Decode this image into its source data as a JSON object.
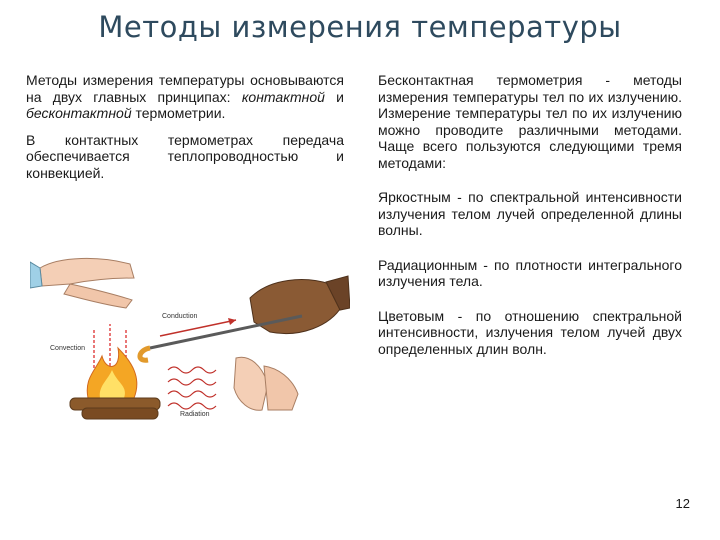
{
  "title": "Методы измерения температуры",
  "left": {
    "para1_part1": "Методы измерения температуры основываются на двух главных принципах:",
    "contact_term": "контактной",
    "and_word": "и",
    "noncontact_term": "бесконтактной",
    "para1_part2": "термометрии.",
    "para2": "В контактных термометрах передача обеспечивается теплопроводностью и конвекцией."
  },
  "figure": {
    "conduction": "Conduction",
    "convection": "Convection",
    "radiation": "Radiation"
  },
  "right": {
    "intro": "Бесконтактная термометрия - методы измерения температуры тел по их излучению. Измерение температуры тел по их излучению можно проводите различными методами. Чаще всего пользуются следующими тремя методами:",
    "method1": "Яркостным - по спектральной интенсивности излучения телом лучей определенной длины волны.",
    "method2": "Радиационным - по плотности интегрального излучения тела.",
    "method3": "Цветовым - по отношению спектральной интенсивности, излучения телом лучей двух определенных длин волн."
  },
  "page_number": "12"
}
